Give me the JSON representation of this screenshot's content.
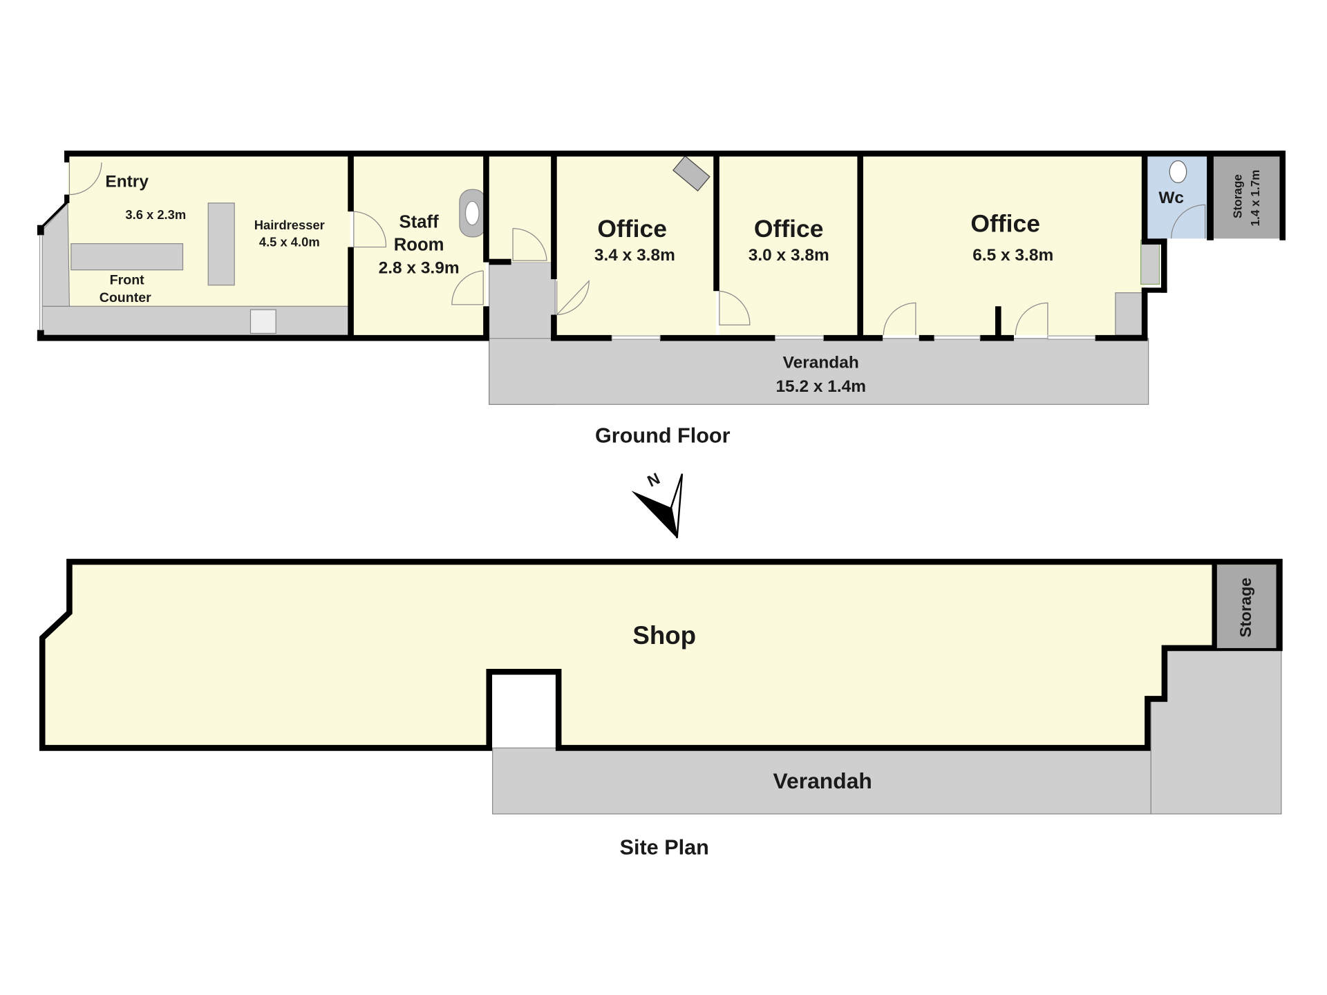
{
  "ground_floor": {
    "title": "Ground Floor",
    "rooms": {
      "entry": {
        "label": "Entry",
        "size": "3.6 x 2.3m"
      },
      "hairdresser": {
        "label": "Hairdresser",
        "size": "4.5 x 4.0m"
      },
      "front_counter": {
        "label_line1": "Front",
        "label_line2": "Counter"
      },
      "staff_room": {
        "label_line1": "Staff",
        "label_line2": "Room",
        "size": "2.8 x 3.9m"
      },
      "office1": {
        "label": "Office",
        "size": "3.4 x 3.8m"
      },
      "office2": {
        "label": "Office",
        "size": "3.0 x 3.8m"
      },
      "office3": {
        "label": "Office",
        "size": "6.5 x 3.8m"
      },
      "wc": {
        "label": "Wc"
      },
      "storage": {
        "label": "Storage",
        "size": "1.4 x 1.7m"
      },
      "verandah": {
        "label": "Verandah",
        "size": "15.2 x 1.4m"
      }
    }
  },
  "compass": {
    "label": "N"
  },
  "site_plan": {
    "title": "Site Plan",
    "shop": "Shop",
    "storage": "Storage",
    "verandah": "Verandah"
  },
  "colors": {
    "room": "#fcfadc",
    "wc": "#c9d9ec",
    "verandah": "#cfcfcf",
    "storage": "#a9a9a9",
    "wall": "#000000"
  }
}
